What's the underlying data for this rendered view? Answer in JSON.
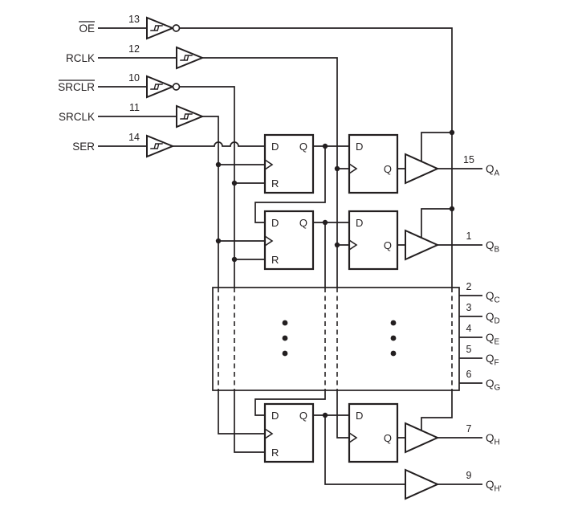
{
  "diagram": {
    "background": "#ffffff",
    "line_color": "#231f20"
  },
  "inputs": [
    {
      "label": "OE",
      "pin": "13",
      "overline": true,
      "inverting": true
    },
    {
      "label": "RCLK",
      "pin": "12",
      "overline": false,
      "inverting": false
    },
    {
      "label": "SRCLR",
      "pin": "10",
      "overline": true,
      "inverting": true
    },
    {
      "label": "SRCLK",
      "pin": "11",
      "overline": false,
      "inverting": false
    },
    {
      "label": "SER",
      "pin": "14",
      "overline": false,
      "inverting": false
    }
  ],
  "flipflop": {
    "d": "D",
    "q": "Q",
    "r": "R"
  },
  "outputs": [
    {
      "pin": "15",
      "main": "Q",
      "sub": "A"
    },
    {
      "pin": "1",
      "main": "Q",
      "sub": "B"
    },
    {
      "pin": "2",
      "main": "Q",
      "sub": "C"
    },
    {
      "pin": "3",
      "main": "Q",
      "sub": "D"
    },
    {
      "pin": "4",
      "main": "Q",
      "sub": "E"
    },
    {
      "pin": "5",
      "main": "Q",
      "sub": "F"
    },
    {
      "pin": "6",
      "main": "Q",
      "sub": "G"
    },
    {
      "pin": "7",
      "main": "Q",
      "sub": "H"
    },
    {
      "pin": "9",
      "main": "Q",
      "sub": "H'"
    }
  ]
}
